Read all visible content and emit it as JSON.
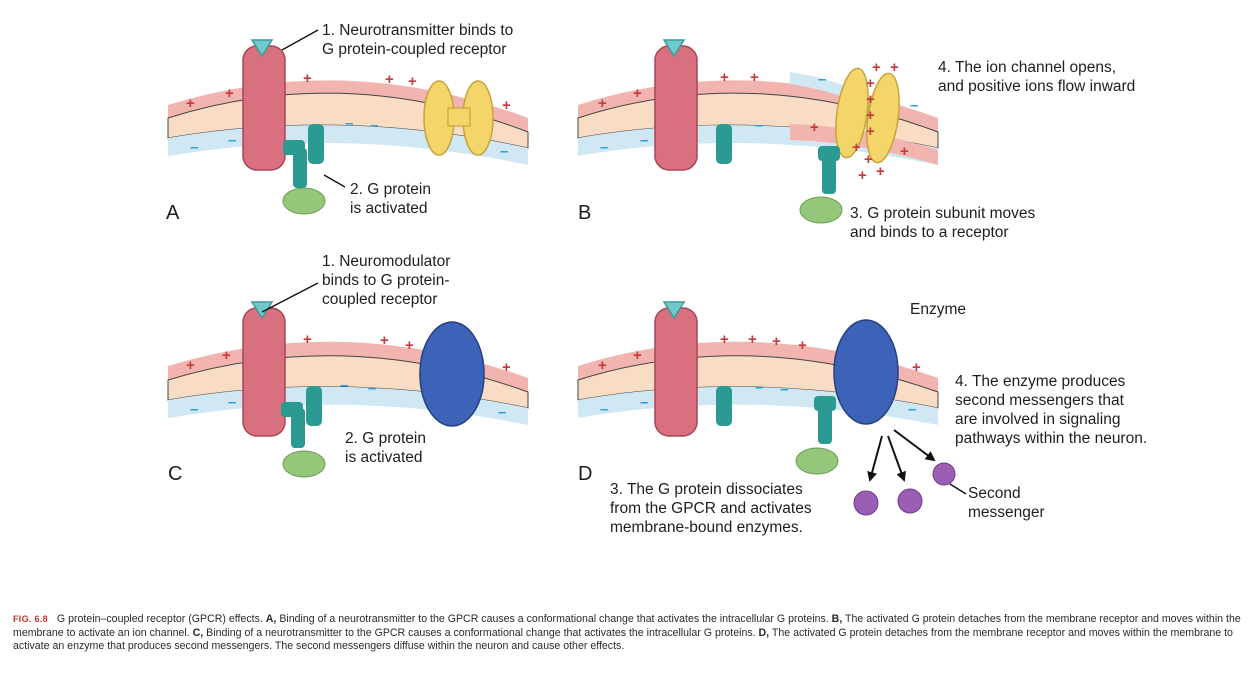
{
  "panels": [
    {
      "letter": "A",
      "labels": [
        "1. Neurotransmitter binds to",
        "G protein-coupled receptor",
        "2. G protein",
        "is activated"
      ]
    },
    {
      "letter": "B",
      "labels": [
        "4. The ion channel opens,",
        "and positive ions flow inward",
        "3. G protein subunit moves",
        "and binds to a receptor"
      ]
    },
    {
      "letter": "C",
      "labels": [
        "1. Neuromodulator",
        "binds to G protein-",
        "coupled receptor",
        "2. G protein",
        "is activated"
      ]
    },
    {
      "letter": "D",
      "labels": [
        "Enzyme",
        "4. The enzyme produces",
        "second messengers that",
        "are involved in signaling",
        "pathways within the neuron.",
        "3. The G protein dissociates",
        "from the GPCR and activates",
        "membrane-bound enzymes.",
        "Second",
        "messenger"
      ]
    }
  ],
  "symbols": {
    "plus": "+",
    "minus": "–"
  },
  "caption": {
    "fig_num": "FIG. 6.8",
    "intro": "G protein–coupled receptor (GPCR) effects.",
    "parts": [
      {
        "key": "A,",
        "text": "Binding of a neurotransmitter to the GPCR causes a conformational change that activates the intracellular G proteins."
      },
      {
        "key": "B,",
        "text": "The activated G protein detaches from the membrane receptor and moves within the membrane to activate an ion channel."
      },
      {
        "key": "C,",
        "text": "Binding of a neurotransmitter to the GPCR causes a conformational change that activates the intracellular G proteins."
      },
      {
        "key": "D,",
        "text": "The activated G protein detaches from the membrane receptor and moves within the membrane to activate an enzyme that produces second messengers. The second messengers diffuse within the neuron and cause other effects."
      }
    ]
  },
  "colors": {
    "outer_positive": "#f2b4ae",
    "membrane": "#f8dcc3",
    "inner_negative": "#cfe8f4",
    "receptor": "#d9707f",
    "g_protein_teal": "#2a9a92",
    "g_protein_green": "#95c77a",
    "ion_channel": "#f3d56a",
    "enzyme": "#3d63b8",
    "second_messenger": "#9a5fb4",
    "ligand": "#6fcacb"
  }
}
